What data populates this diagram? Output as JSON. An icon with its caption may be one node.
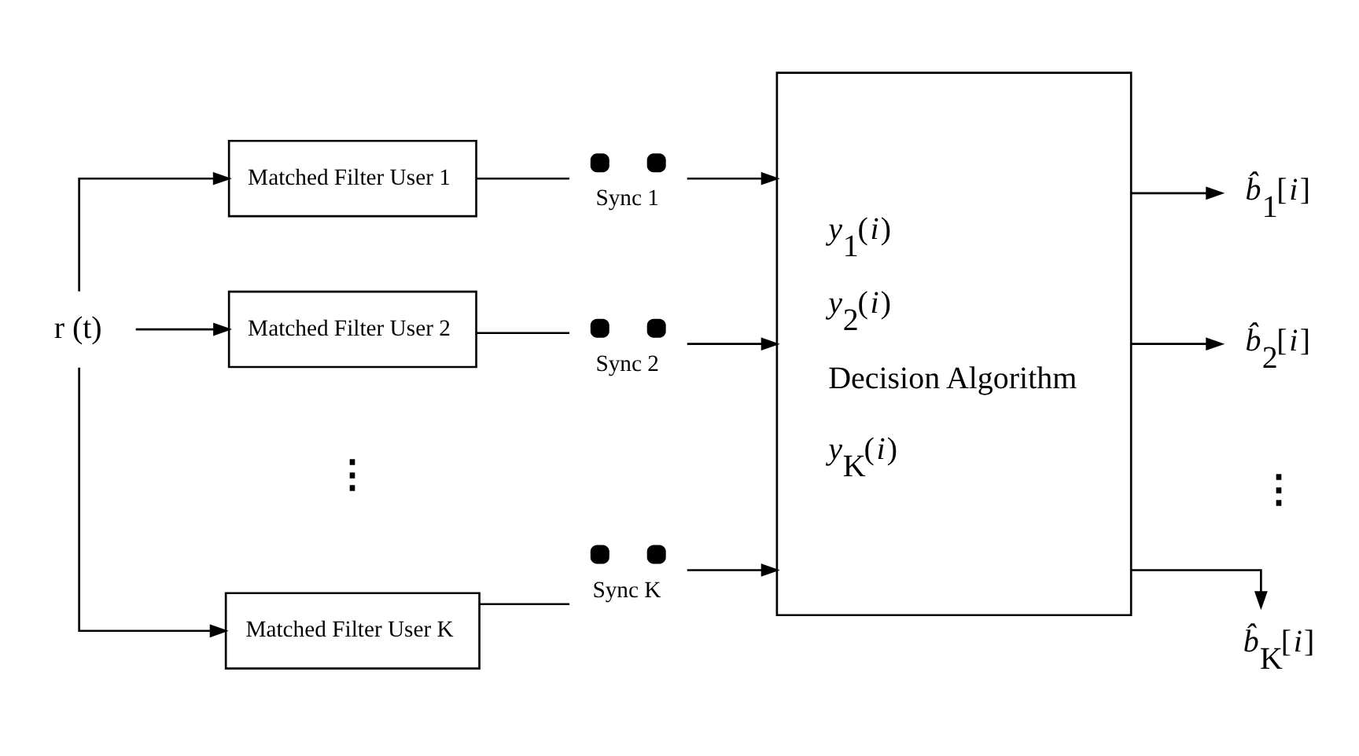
{
  "diagram": {
    "nodes": [
      {
        "text": [
          "r (t)"
        ]
      },
      {
        "text": [
          "Matched Filter User 1"
        ]
      },
      {
        "text": [
          "Matched Filter User 2"
        ]
      },
      {
        "text": [
          "Matched Filter User K"
        ]
      },
      {
        "text": [],
        "shape": "switch",
        "beside": [
          "Sync 1"
        ]
      },
      {
        "text": [],
        "shape": "switch",
        "beside": [
          "Sync 2"
        ]
      },
      {
        "text": [],
        "shape": "switch",
        "beside": [
          "Sync K"
        ]
      },
      {
        "text": [
          "*y*$_{1}$(*i*)",
          "*y*$_{2}$(*i*)",
          "Decision Algorithm",
          "*y*$_{K}$(*i*)"
        ]
      },
      {
        "text": [
          "*b̂*$_{1}$[*i*]"
        ]
      },
      {
        "text": [
          "*b̂*$_{2}$[*i*]"
        ]
      },
      {
        "text": [
          "*b̂*$_{K}$[*i*]"
        ]
      }
    ],
    "edges": [
      {
        "from": 0,
        "to": 1,
        "arrow": "to"
      },
      {
        "from": 0,
        "to": 2,
        "arrow": "to"
      },
      {
        "from": 0,
        "to": 3,
        "arrow": "to"
      },
      {
        "from": 1,
        "to": 4,
        "arrow": "none"
      },
      {
        "from": 2,
        "to": 5,
        "arrow": "none"
      },
      {
        "from": 3,
        "to": 6,
        "arrow": "none"
      },
      {
        "from": 4,
        "to": 7,
        "arrow": "to"
      },
      {
        "from": 5,
        "to": 7,
        "arrow": "to"
      },
      {
        "from": 6,
        "to": 7,
        "arrow": "to"
      },
      {
        "from": 7,
        "to": 8,
        "arrow": "to"
      },
      {
        "from": 7,
        "to": 9,
        "arrow": "to"
      },
      {
        "from": 7,
        "to": 10,
        "arrow": "to"
      }
    ],
    "labels": [
      "⋮",
      "⋮"
    ]
  }
}
